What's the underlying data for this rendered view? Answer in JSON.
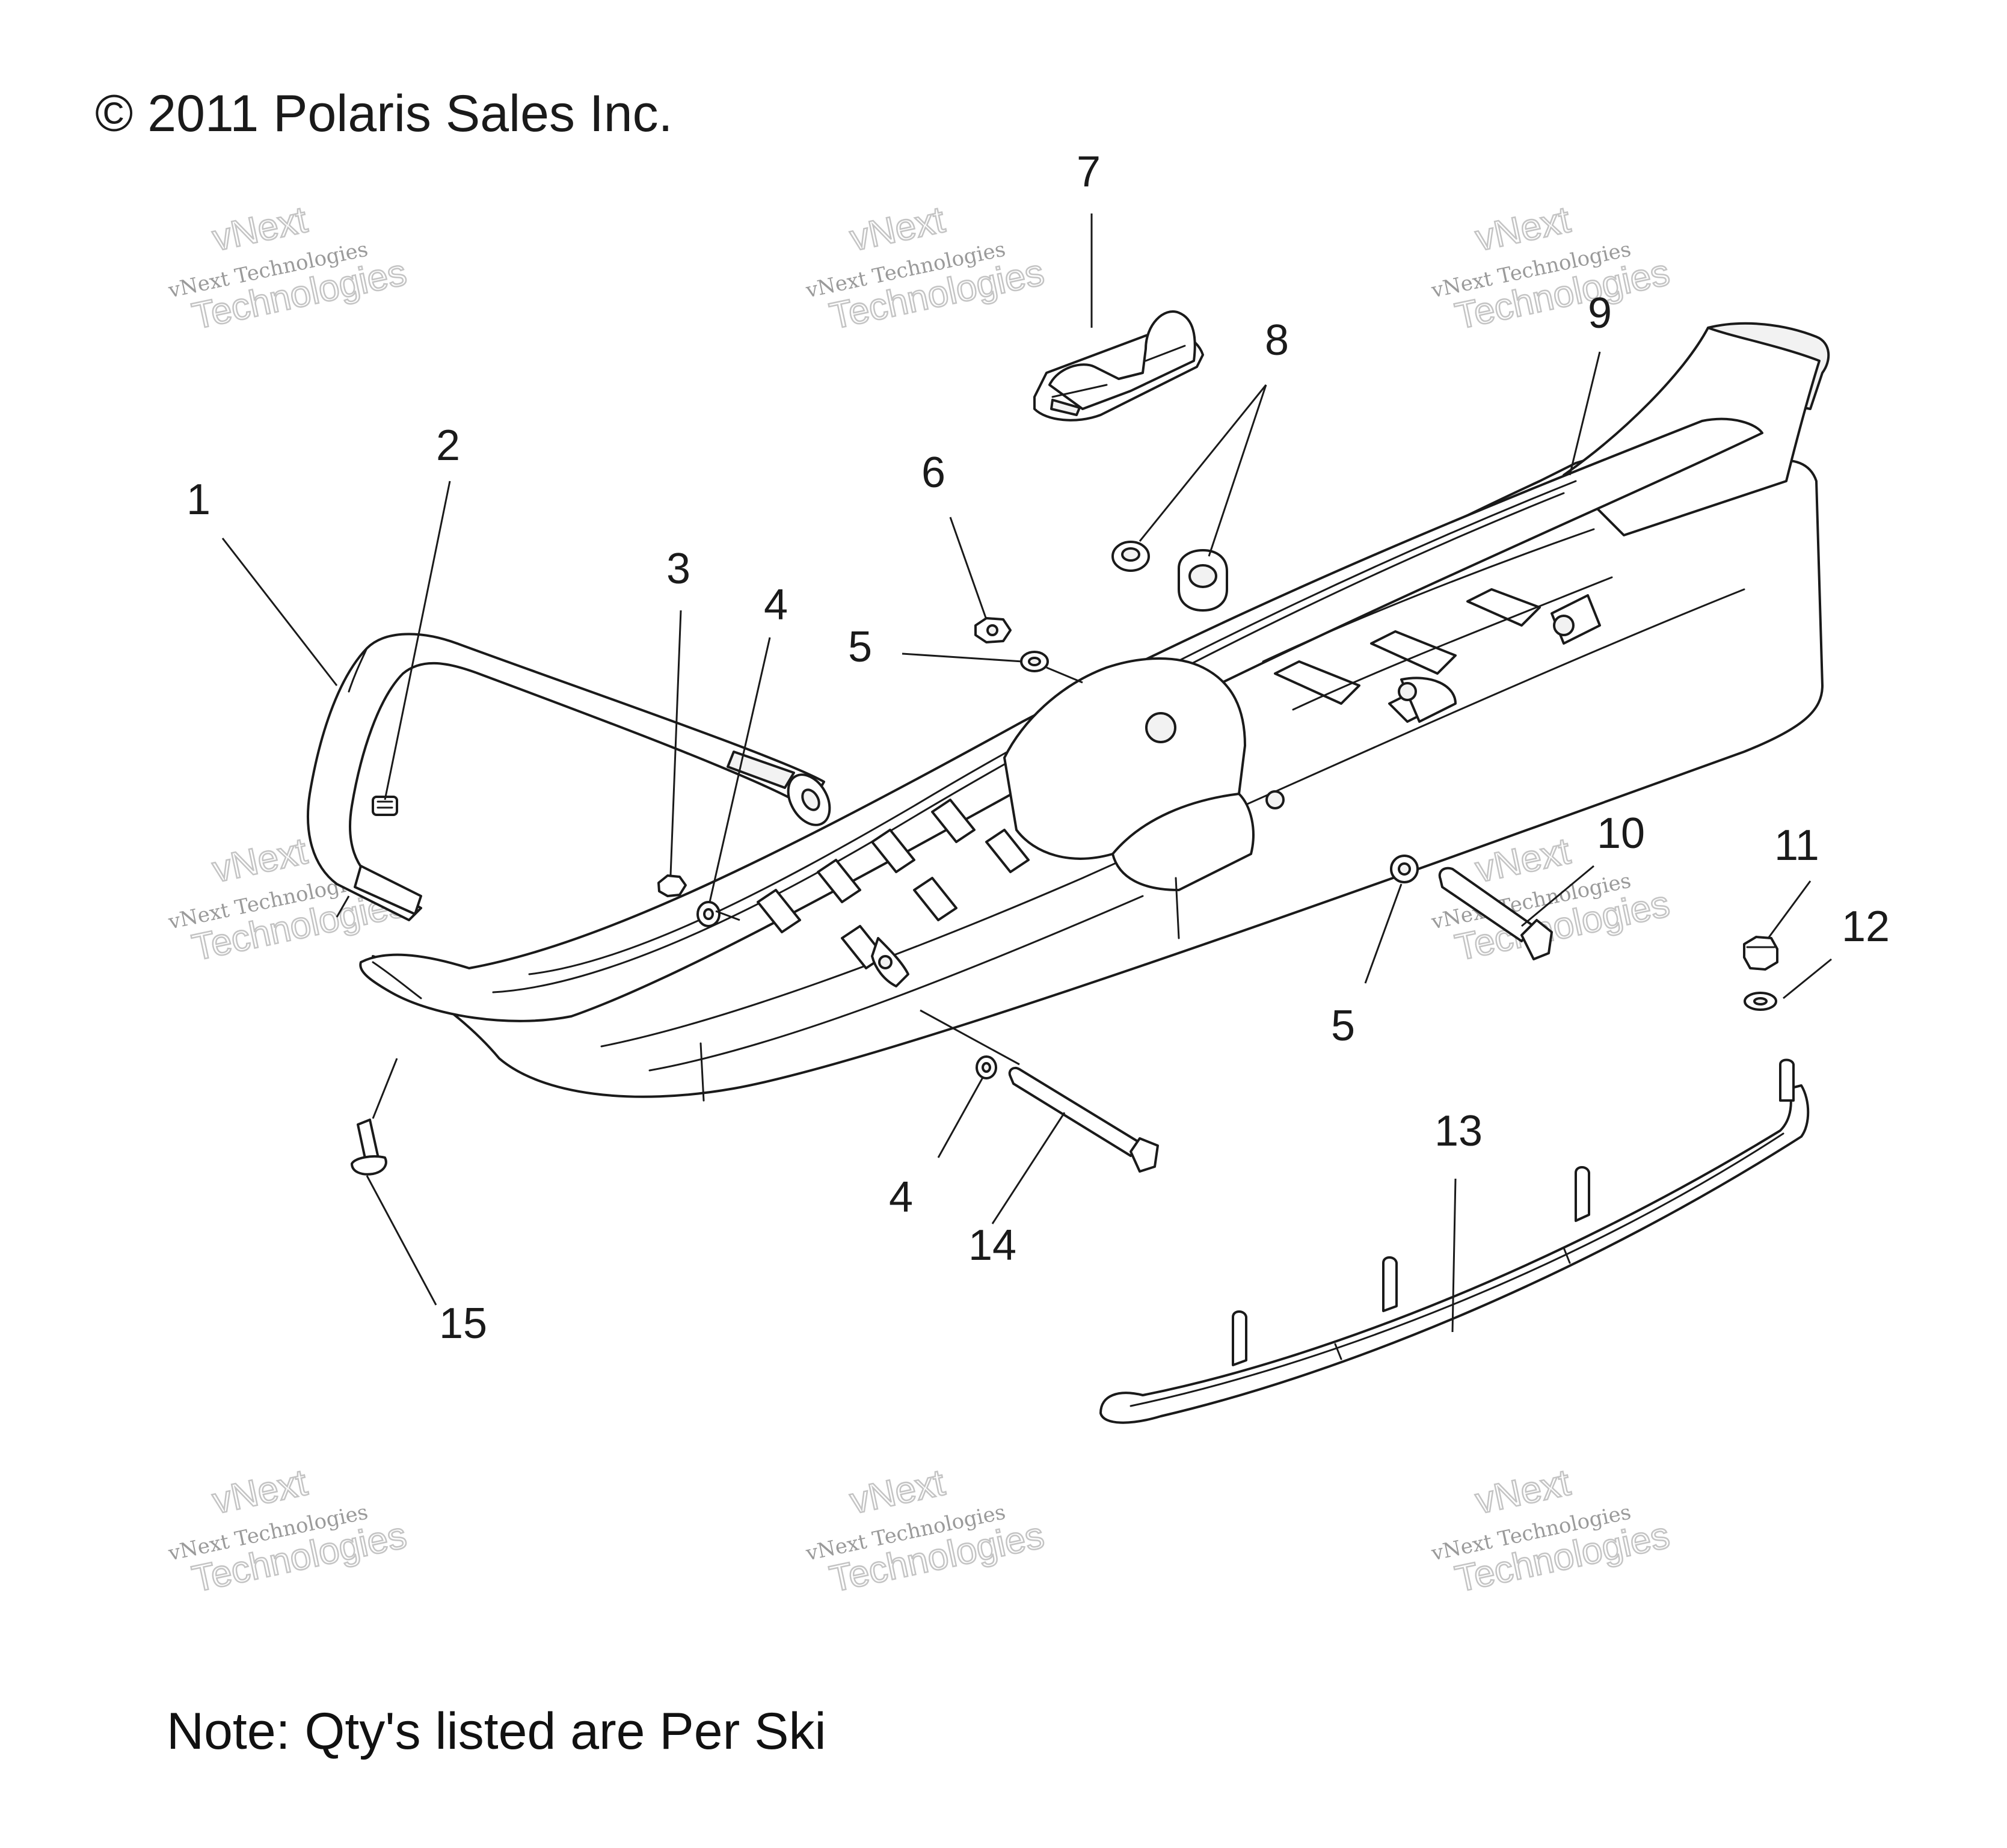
{
  "copyright": "© 2011 Polaris Sales Inc.",
  "note": "Note: Qty's listed are Per Ski",
  "callouts": {
    "c1": "1",
    "c2": "2",
    "c3": "3",
    "c4a": "4",
    "c4b": "4",
    "c5a": "5",
    "c5b": "5",
    "c6": "6",
    "c7": "7",
    "c8": "8",
    "c9": "9",
    "c10": "10",
    "c11": "11",
    "c12": "12",
    "c13": "13",
    "c14": "14",
    "c15": "15"
  },
  "watermark": {
    "line1": "vNext",
    "line2": "vNext Technologies",
    "line3": "Technologies"
  }
}
